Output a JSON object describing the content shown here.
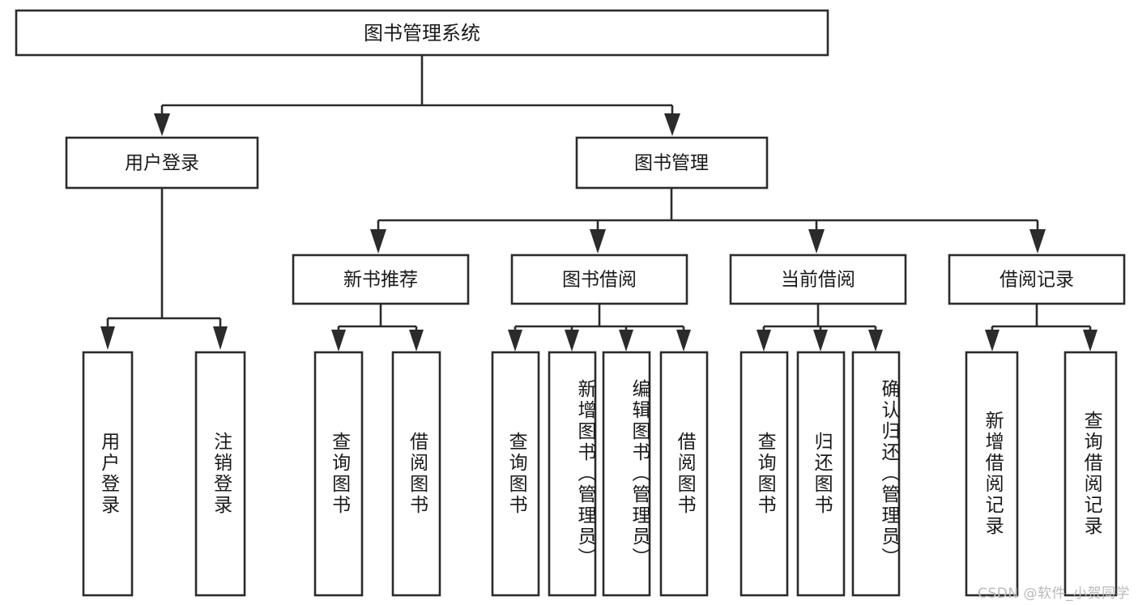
{
  "diagram": {
    "type": "tree-hierarchy",
    "title": "图书管理系统",
    "watermark": "CSDN @软件_小贺同学",
    "colors": {
      "box_stroke": "#2b2b2b",
      "box_fill": "#ffffff",
      "text": "#1a1a1a",
      "background": "#ffffff",
      "watermark": "#b9b9b9"
    },
    "levels": {
      "root": {
        "label": "图书管理系统"
      },
      "level2": [
        {
          "id": "user-login",
          "label": "用户登录"
        },
        {
          "id": "book-management",
          "label": "图书管理"
        }
      ],
      "level3": [
        {
          "id": "new-book-recommend",
          "label": "新书推荐",
          "parent": "book-management"
        },
        {
          "id": "book-borrow",
          "label": "图书借阅",
          "parent": "book-management"
        },
        {
          "id": "current-borrow",
          "label": "当前借阅",
          "parent": "book-management"
        },
        {
          "id": "borrow-record",
          "label": "借阅记录",
          "parent": "book-management"
        }
      ],
      "leaves": [
        {
          "id": "leaf-user-login",
          "label": "用户登录",
          "parent": "user-login"
        },
        {
          "id": "leaf-logout-login",
          "label": "注销登录",
          "parent": "user-login"
        },
        {
          "id": "leaf-query-book-1",
          "label": "查询图书",
          "parent": "new-book-recommend"
        },
        {
          "id": "leaf-borrow-book-1",
          "label": "借阅图书",
          "parent": "new-book-recommend"
        },
        {
          "id": "leaf-query-book-2",
          "label": "查询图书",
          "parent": "book-borrow"
        },
        {
          "id": "leaf-add-book",
          "label": "新增图书（管理员）",
          "parent": "book-borrow"
        },
        {
          "id": "leaf-edit-book",
          "label": "编辑图书（管理员）",
          "parent": "book-borrow"
        },
        {
          "id": "leaf-borrow-book-2",
          "label": "借阅图书",
          "parent": "book-borrow"
        },
        {
          "id": "leaf-query-book-3",
          "label": "查询图书",
          "parent": "current-borrow"
        },
        {
          "id": "leaf-return-book",
          "label": "归还图书",
          "parent": "current-borrow"
        },
        {
          "id": "leaf-confirm-return",
          "label": "确认归还（管理员）",
          "parent": "current-borrow"
        },
        {
          "id": "leaf-add-record",
          "label": "新增借阅记录",
          "parent": "borrow-record"
        },
        {
          "id": "leaf-query-record",
          "label": "查询借阅记录",
          "parent": "borrow-record"
        }
      ]
    }
  }
}
